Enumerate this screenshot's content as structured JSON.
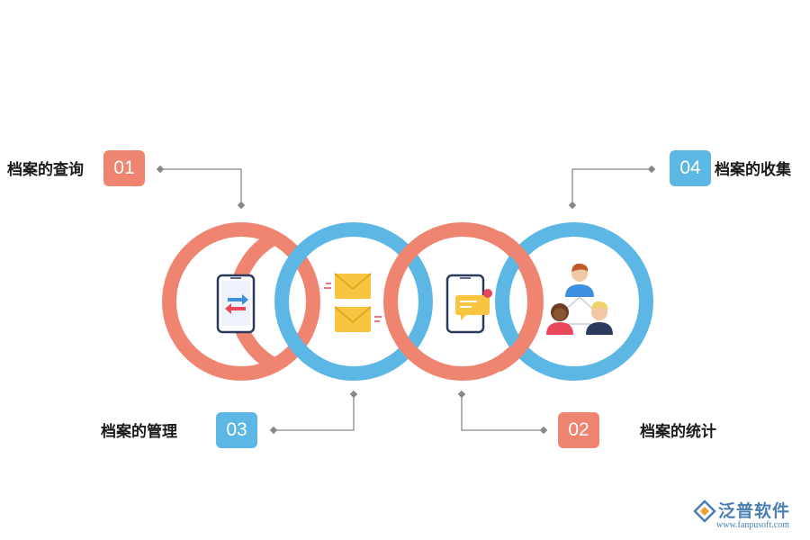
{
  "items": [
    {
      "number": "01",
      "label": "档案的查询"
    },
    {
      "number": "02",
      "label": "档案的统计"
    },
    {
      "number": "03",
      "label": "档案的管理"
    },
    {
      "number": "04",
      "label": "档案的收集"
    }
  ],
  "colors": {
    "coral": "#ef8570",
    "blue": "#5db7e4",
    "connector": "#888888"
  },
  "icons": [
    "phone-transfer-icon",
    "mail-envelopes-icon",
    "phone-message-icon",
    "people-network-icon"
  ],
  "logo": {
    "name": "泛普软件",
    "url": "www.fanpusoft.com"
  }
}
